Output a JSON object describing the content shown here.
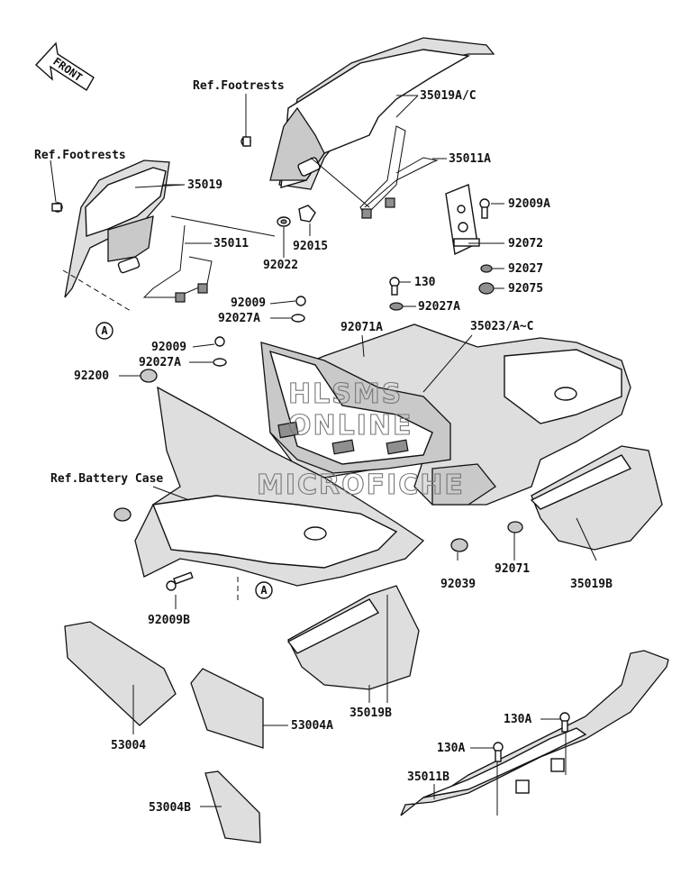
{
  "front_arrow": {
    "label": "FRONT"
  },
  "callouts": {
    "ref_footrests_top": "Ref.Footrests",
    "ref_footrests_left": "Ref.Footrests",
    "ref_battery_case": "Ref.Battery Case",
    "p35019AC": "35019A/C",
    "p35011A": "35011A",
    "p35019": "35019",
    "p35011": "35011",
    "p92015": "92015",
    "p92022": "92022",
    "p92009A": "92009A",
    "p92072": "92072",
    "p92027": "92027",
    "p92075": "92075",
    "p130": "130",
    "p92027A_r": "92027A",
    "p92009_a": "92009",
    "p92027A_a": "92027A",
    "p92071A": "92071A",
    "p35023": "35023/A~C",
    "p92009_b": "92009",
    "p92027A_b": "92027A",
    "p92200": "92200",
    "p92039": "92039",
    "p92071": "92071",
    "p35019B_r": "35019B",
    "p92009B": "92009B",
    "p35019B_c": "35019B",
    "p53004": "53004",
    "p53004A": "53004A",
    "p53004B": "53004B",
    "p130A_1": "130A",
    "p130A_2": "130A",
    "p35011B": "35011B"
  },
  "reference_markers": {
    "marker_a1": "A",
    "marker_a2": "A"
  },
  "watermark": {
    "line1": "HLSMS",
    "line2": "ONLINE",
    "line3": "MICROFICHE"
  }
}
